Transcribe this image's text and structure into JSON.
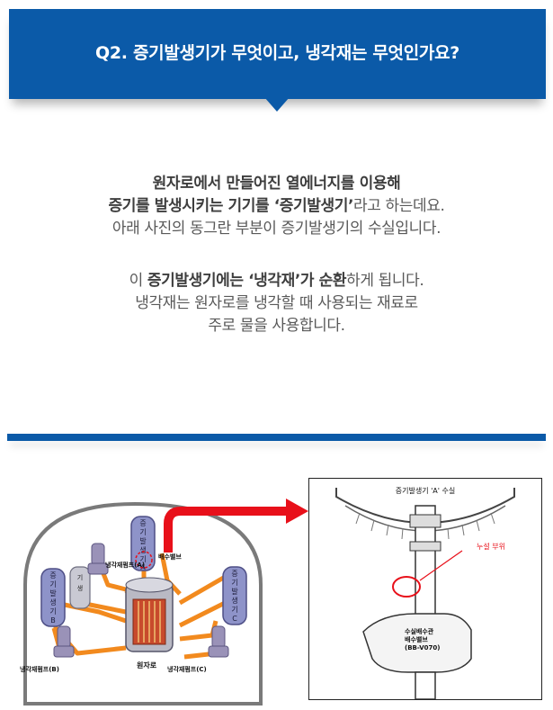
{
  "header": {
    "title": "Q2. 증기발생기가 무엇이고, 냉각재는 무엇인가요?",
    "color": "#0b5aa8"
  },
  "intro": {
    "line1": "원자로에서 만들어진 열에너지를 이용해",
    "line2_bold": "증기를 발생시키는 기기를 ‘증기발생기’",
    "line2_rest": "라고 하는데요.",
    "line3": "아래 사진의 동그란 부분이 증기발생기의 수실입니다."
  },
  "coolant": {
    "line1_a": "이 ",
    "line1_bold": "증기발생기에는 ‘냉각재’가 순환",
    "line1_c": "하게 됩니다.",
    "line2": "냉각재는 원자로를 냉각할 때 사용되는 재료로",
    "line3": "주로 물을 사용합니다."
  },
  "diagram": {
    "sg_a": "증기발생기A",
    "sg_b": "증기발생기B",
    "sg_c": "증기발생기C",
    "pump_a": "냉각재펌프(A)",
    "pump_b": "냉각재펌프(B)",
    "pump_c": "냉각재펌프(C)",
    "reactor": "원자로",
    "drain_valve": "배수밸브",
    "loop_color": "#f28a1e",
    "arrow_color": "#e8101a"
  },
  "photo": {
    "top_label": "증기발생기 'A' 수실",
    "leak_label": "누설 부위",
    "pipe_label_1": "수실배수관",
    "pipe_label_2": "배수밸브",
    "pipe_label_3": "(BB-V070)"
  }
}
